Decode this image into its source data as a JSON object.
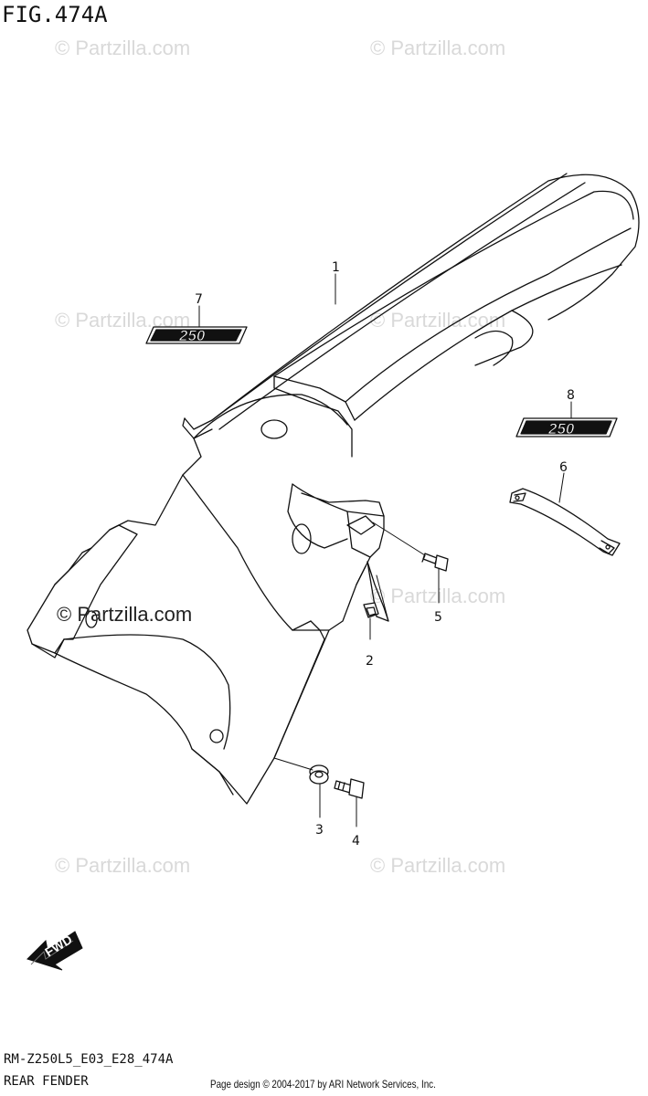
{
  "figure": {
    "title": "FIG.474A",
    "code": "RM-Z250L5_E03_E28_474A",
    "name": "REAR FENDER"
  },
  "watermark": {
    "text": "© Partzilla.com"
  },
  "footer": {
    "copyright": "Page design © 2004-2017 by ARI Network Services, Inc."
  },
  "callouts": [
    "1",
    "2",
    "3",
    "4",
    "5",
    "6",
    "7",
    "8"
  ],
  "decals": {
    "decal_7_text": "250",
    "decal_8_text": "250"
  },
  "fwd_arrow": {
    "label": "FWD"
  }
}
